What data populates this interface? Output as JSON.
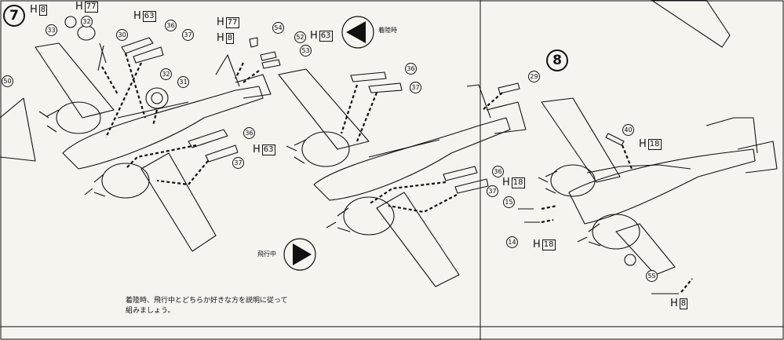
{
  "steps": {
    "s7": "7",
    "s8": "8"
  },
  "parts": {
    "p33": "33",
    "p32a": "32",
    "p30": "30",
    "p36a": "36",
    "p37a": "37",
    "p54": "54",
    "p52": "52",
    "p53": "53",
    "p50": "50",
    "p32b": "32",
    "p31": "31",
    "p36b": "36",
    "p37b": "37",
    "p36c": "36",
    "p37c": "37",
    "p36d": "36",
    "p37d": "37",
    "p29": "29",
    "p40": "40",
    "p15": "15",
    "p14": "14",
    "p55": "55"
  },
  "hardware": {
    "h1": {
      "letter": "H",
      "code": "8"
    },
    "h2": {
      "letter": "H",
      "code": "77"
    },
    "h3": {
      "letter": "H",
      "code": "63"
    },
    "h4": {
      "letter": "H",
      "code": "77"
    },
    "h5": {
      "letter": "H",
      "code": "8"
    },
    "h6": {
      "letter": "H",
      "code": "63"
    },
    "h7": {
      "letter": "H",
      "code": "63"
    },
    "h8": {
      "letter": "H",
      "code": "18"
    },
    "h9": {
      "letter": "H",
      "code": "18"
    },
    "h10": {
      "letter": "H",
      "code": "18"
    },
    "h11": {
      "letter": "H",
      "code": "8"
    }
  },
  "labels": {
    "landing": "着陸時",
    "flight": "飛行中"
  },
  "note": {
    "line1": "着陸時、飛行中とどちらか好きな方を説明に従って",
    "line2": "組みましょう。"
  },
  "colors": {
    "ink": "#111111",
    "paper": "#f6f4ef"
  }
}
